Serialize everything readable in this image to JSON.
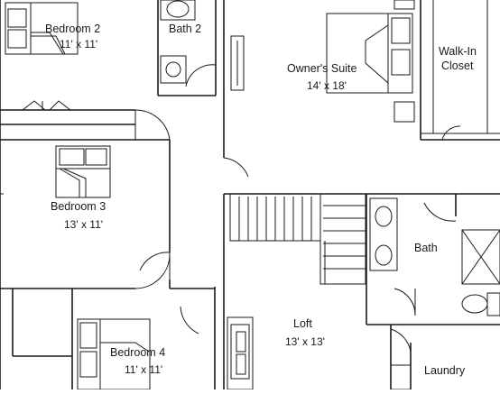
{
  "rooms": {
    "bedroom2": {
      "name": "Bedroom 2",
      "size": "11' x 11'"
    },
    "bath2": {
      "name": "Bath 2"
    },
    "owners_suite": {
      "name": "Owner's Suite",
      "size": "14' x 18'"
    },
    "walkin_closet": {
      "name_line1": "Walk-In",
      "name_line2": "Closet"
    },
    "bedroom3": {
      "name": "Bedroom 3",
      "size": "13' x 11'"
    },
    "bath": {
      "name": "Bath"
    },
    "loft": {
      "name": "Loft",
      "size": "13' x 13'"
    },
    "bedroom4": {
      "name": "Bedroom 4",
      "size": "11' x 11'"
    },
    "laundry": {
      "name": "Laundry"
    }
  },
  "colors": {
    "line": "#1a1a1a",
    "background": "#ffffff"
  }
}
